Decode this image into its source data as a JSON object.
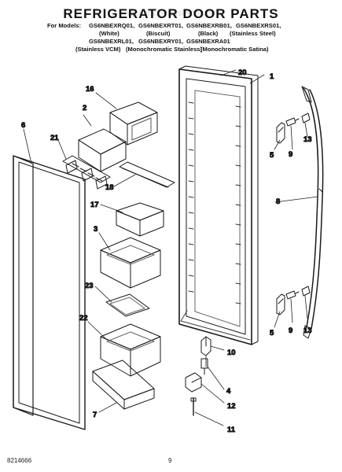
{
  "watermark": "AppliancePartsPros.com",
  "title": "REFRIGERATOR DOOR PARTS",
  "models_prefix": "For Models:",
  "models_row1": [
    "GS6NBEXRQ01,",
    "GS6NBEXRT01,",
    "GS6NBEXRB01,",
    "GS6NBEXRS01,"
  ],
  "models_row2": [
    "(White)",
    "(Biscuit)",
    "(Black)",
    "(Stainless Steel)"
  ],
  "models_row3": [
    "GS6NBEXRL01,",
    "GS6NBEXRY01,",
    "GS6NBEXRA01"
  ],
  "models_row4": [
    "(Stainless VCM)",
    "(Monochromatic Stainless)",
    "(Monochromatic Satina)"
  ],
  "footer_left": "8214666",
  "footer_center": "9",
  "callouts": [
    "1",
    "2",
    "3",
    "4",
    "5",
    "5",
    "6",
    "7",
    "8",
    "9",
    "9",
    "10",
    "11",
    "12",
    "13",
    "13",
    "16",
    "17",
    "18",
    "20",
    "21",
    "22",
    "23"
  ]
}
